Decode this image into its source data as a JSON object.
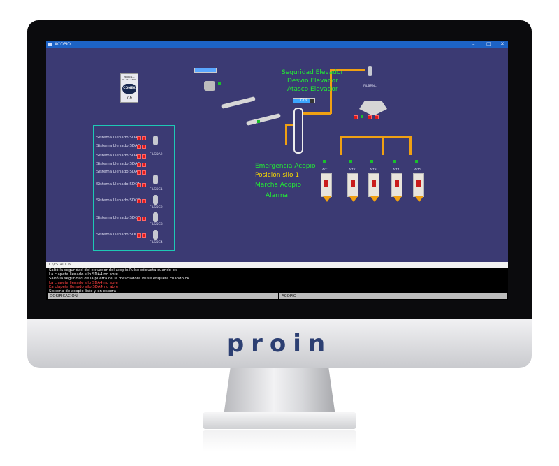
{
  "window": {
    "title": "ACOPIO"
  },
  "conex": {
    "brand": "PROIN S.L.",
    "phone": "91 012 34 56",
    "logo": "CONEX",
    "version": "7.6"
  },
  "panel": {
    "rows": [
      {
        "label": "Sistema Llenado SDA1"
      },
      {
        "label": "Sistema Llenado SDA2"
      },
      {
        "label": "Sistema Llenado SDA3"
      },
      {
        "label": "Sistema Llenado SDA4"
      },
      {
        "label": "Sistema Llenado SDA5"
      },
      {
        "label": "Sistema Llenado SDC1"
      },
      {
        "label": "Sistema Llenado SDC2"
      },
      {
        "label": "Sistema Llenado SDC3"
      },
      {
        "label": "Sistema Llenado SDC4"
      }
    ],
    "filters": [
      "FILSDA2",
      "FILSDC1",
      "FILSDC2",
      "FILSDC3",
      "FILSDC4"
    ]
  },
  "status": {
    "elevator": [
      "Seguridad Elevador",
      "Desvio Elevador",
      "Atasco Elevador"
    ],
    "emergency": "Emergencia Acopio",
    "position": "Posición silo 1",
    "run": "Marcha Acopio",
    "alarm": "Alarma"
  },
  "elevator_level": {
    "label": "75%",
    "value": 0.75
  },
  "filter_top": "FILBRNL",
  "silos": [
    "Art1",
    "Art2",
    "Art3",
    "Art4",
    "Art5"
  ],
  "console": {
    "title": "C:\\ESTACION",
    "lines": [
      {
        "text": "Saltó la seguridad del elevador del acopio.Pulse etiqueta cuando ok",
        "red": false
      },
      {
        "text": "La clapeta llenado silo SDA4 no abre",
        "red": false
      },
      {
        "text": "Saltó la seguridad de la puerta de la mezcladora.Pulse etiqueta cuando ok",
        "red": false
      },
      {
        "text": "La clapeta llenado silo SDA4 no abre",
        "red": true
      },
      {
        "text": "Ea clapeta llenado silo SDA4 no abre",
        "red": true
      },
      {
        "text": "Sistema de acopio listo y en espera",
        "red": false
      }
    ],
    "tabs": [
      "DOSIFICACION",
      "ACOPIO"
    ]
  },
  "brand_logo": "proin"
}
